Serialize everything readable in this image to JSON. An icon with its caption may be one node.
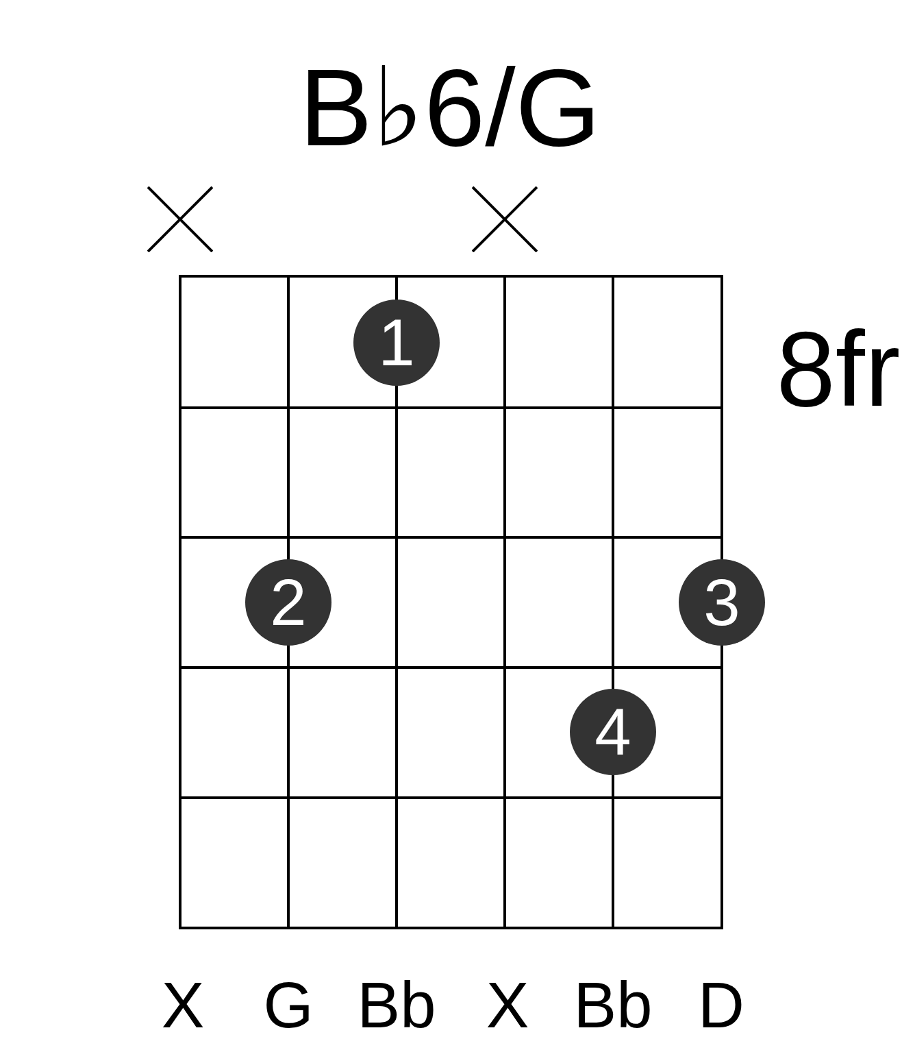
{
  "diagram": {
    "title": "B♭6/G",
    "nodes": [
      {
        "text": [
          "1"
        ]
      },
      {
        "text": [
          "2"
        ]
      },
      {
        "text": [
          "3"
        ]
      },
      {
        "text": [
          "4"
        ]
      }
    ],
    "labels": [
      "8fr",
      "X",
      "G",
      "Bb",
      "X",
      "Bb",
      "D"
    ]
  }
}
